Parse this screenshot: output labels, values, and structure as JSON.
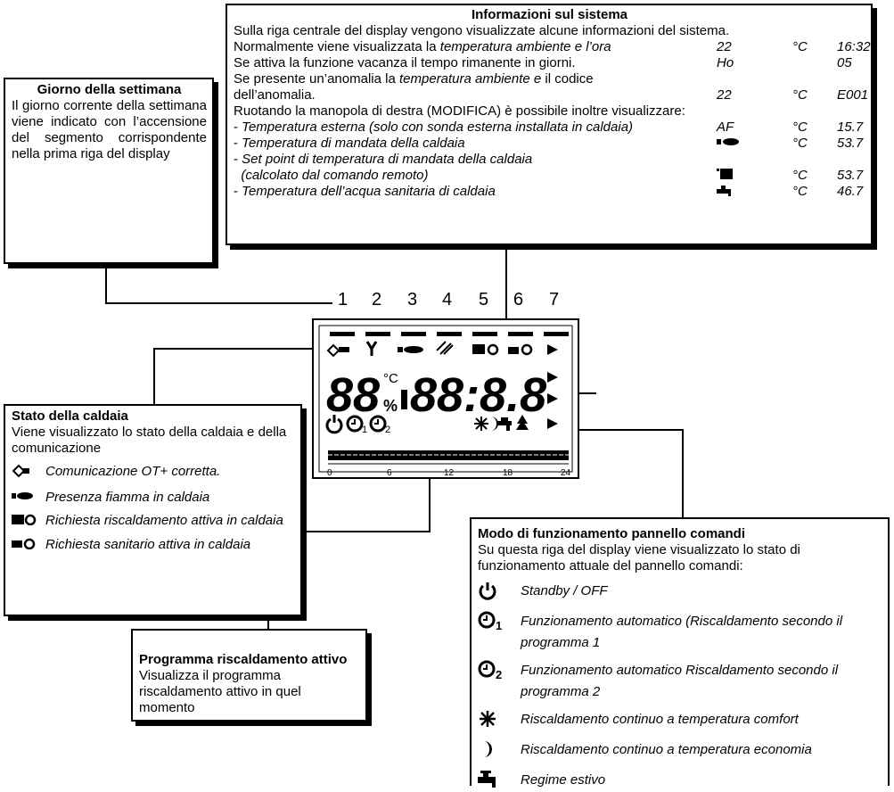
{
  "system_info": {
    "title": "Informazioni sul sistema",
    "rows": [
      {
        "text": "Sulla riga centrale del display vengono visualizzate alcune informazioni del sistema.",
        "full": true
      },
      {
        "text_prefix": "Normalmente viene visualizzata la ",
        "text_italic": "temperatura ambiente e l’ora",
        "c1": "22",
        "c2": "°C",
        "c3": "16:32"
      },
      {
        "text": "Se attiva la funzione vacanza il tempo rimanente in giorni.",
        "c1": "Ho",
        "c2": "",
        "c3": "05"
      },
      {
        "text_prefix": "Se presente un’anomalia la ",
        "text_italic": "temperatura ambiente e",
        "text_suffix": " il codice"
      },
      {
        "text": "dell’anomalia.",
        "c1": "22",
        "c2": "°C",
        "c3": "E001"
      },
      {
        "text": "Ruotando la  manopola di destra (MODIFICA) è possibile inoltre visualizzare:",
        "full": true
      },
      {
        "text_prefix": "- ",
        "text_italic": "Temperatura esterna (solo con sonda esterna installata in caldaia)",
        "c1": "AF",
        "c2": "°C",
        "c3": "15.7"
      },
      {
        "text_prefix": "- ",
        "text_italic": "Temperatura di mandata della caldaia",
        "c1_icon": "flame-icon",
        "c2": "°C",
        "c3": "53.7"
      },
      {
        "text_prefix": "- ",
        "text_italic": "Set point di temperatura di mandata della caldaia"
      },
      {
        "text_prefix": "  ",
        "text_italic": "(calcolato dal comando remoto)",
        "c1_icon": "radiator-icon",
        "c2": "°C",
        "c3": "53.7"
      },
      {
        "text_prefix": "- ",
        "text_italic": "Temperatura dell’acqua sanitaria di caldaia",
        "c1_icon": "tap-icon",
        "c2": "°C",
        "c3": "46.7"
      }
    ]
  },
  "weekday": {
    "title": "Giorno della settimana",
    "body": "Il giorno corrente della settimana viene indicato con l’accensione del segmento corrispondente nella prima riga del display"
  },
  "day_numbers": [
    "1",
    "2",
    "3",
    "4",
    "5",
    "6",
    "7"
  ],
  "display": {
    "temp_digits": "88",
    "time_digits": "88:8.8",
    "degree_unit": "°C",
    "percent": "%",
    "timeline_ticks": [
      "0",
      "6",
      "12",
      "18",
      "24"
    ]
  },
  "boiler_state": {
    "title": "Stato della caldaia",
    "body": "Viene visualizzato lo stato della caldaia e della comunicazione",
    "items": [
      {
        "icon": "communication-icon",
        "text": "Comunicazione OT+ corretta."
      },
      {
        "icon": "flame-icon",
        "text": "Presenza fiamma in caldaia"
      },
      {
        "icon": "heating-request-icon",
        "text": "Richiesta riscaldamento attiva in caldaia"
      },
      {
        "icon": "dhw-request-icon",
        "text": "Richiesta sanitario attiva in caldaia"
      }
    ]
  },
  "heating_program": {
    "title": "Programma riscaldamento attivo",
    "body": "Visualizza il programma riscaldamento attivo in quel momento"
  },
  "panel_mode": {
    "title": "Modo di funzionamento pannello comandi",
    "body": "Su questa riga del display viene  visualizzato lo stato di funzionamento attuale del pannello comandi:",
    "items": [
      {
        "icon": "power-icon",
        "text": "Standby / OFF"
      },
      {
        "icon": "clock-1-icon",
        "text": "Funzionamento automatico (Riscaldamento secondo il programma 1"
      },
      {
        "icon": "clock-2-icon",
        "text": "Funzionamento automatico Riscaldamento secondo il programma 2"
      },
      {
        "icon": "sun-icon",
        "text": "Riscaldamento continuo a temperatura comfort"
      },
      {
        "icon": "moon-icon",
        "text": "Riscaldamento continuo a temperatura economia"
      },
      {
        "icon": "tap-icon",
        "text": "Regime estivo"
      }
    ]
  }
}
